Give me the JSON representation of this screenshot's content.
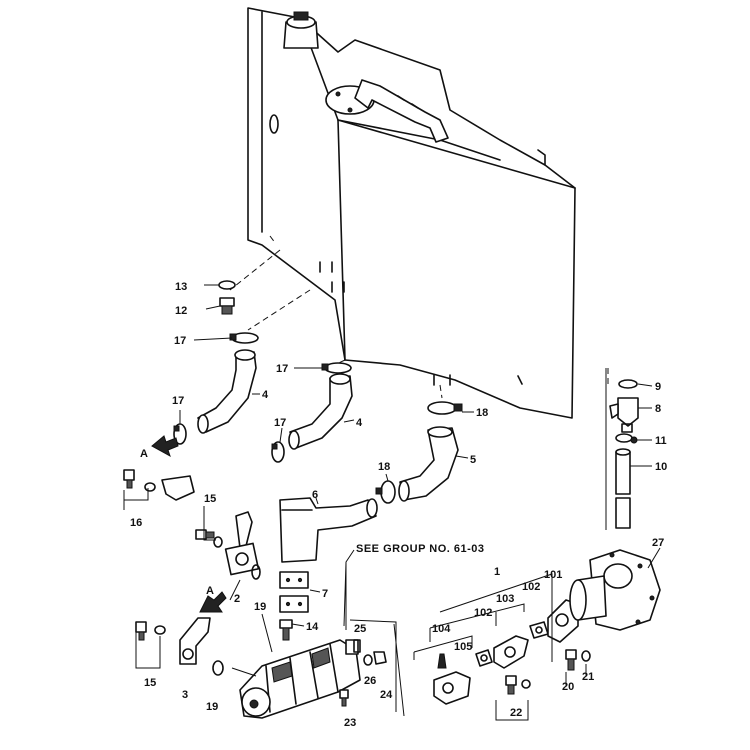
{
  "note": {
    "see_group": "SEE GROUP NO. 61-03"
  },
  "view_arrow_label": "A",
  "callouts": {
    "c1": "1",
    "c2": "2",
    "c3": "3",
    "c4a": "4",
    "c4b": "4",
    "c5": "5",
    "c6": "6",
    "c7": "7",
    "c8": "8",
    "c9": "9",
    "c10": "10",
    "c11": "11",
    "c12": "12",
    "c13": "13",
    "c14": "14",
    "c15a": "15",
    "c15b": "15",
    "c16": "16",
    "c17a": "17",
    "c17b": "17",
    "c17c": "17",
    "c17d": "17",
    "c18a": "18",
    "c18b": "18",
    "c19a": "19",
    "c19b": "19",
    "c20": "20",
    "c21": "21",
    "c22": "22",
    "c23": "23",
    "c24": "24",
    "c25": "25",
    "c26": "26",
    "c27": "27",
    "c101": "101",
    "c102a": "102",
    "c102b": "102",
    "c103": "103",
    "c104": "104",
    "c105": "105"
  }
}
